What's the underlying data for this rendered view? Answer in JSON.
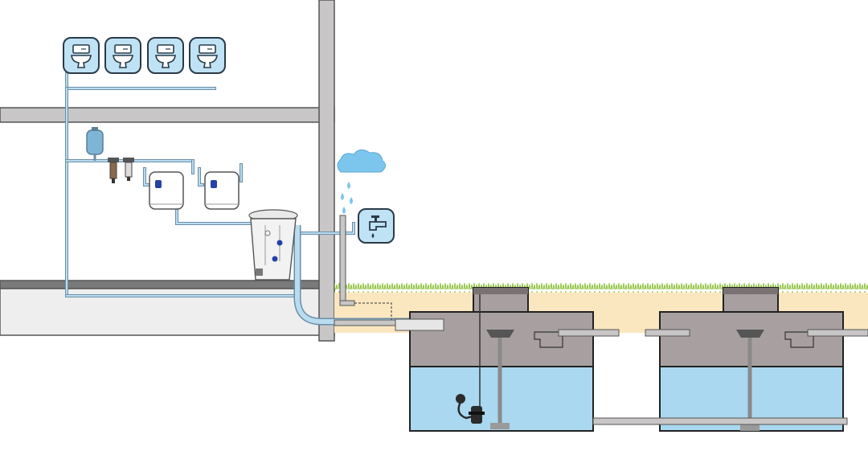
{
  "diagram": {
    "fixtures": {
      "toilet_count": 4,
      "outdoor_tap": 1
    },
    "icons": {
      "toilet": "toilet-icon",
      "tap": "outdoor-tap-icon",
      "cloud": "rain-cloud-icon",
      "raindrops": "raindrop-icon",
      "pressure_tank": "pressure-tank-icon",
      "filters": "water-filter-icon",
      "booster_units": "booster-pump-unit-icon",
      "control_tank": "control-tank-icon",
      "submersible_pump": "submersible-pump-icon",
      "float_switch": "float-switch-icon"
    },
    "tanks": {
      "count": 2,
      "filled": true
    },
    "colors": {
      "wall": "#c8c6c6",
      "wall_stroke": "#555555",
      "pipe": "#b9dcef",
      "pipe_stroke": "#6a8ea8",
      "icon_bg": "#bfe2f5",
      "icon_stroke": "#2b3a46",
      "water": "#a9d8f0",
      "tank_upper": "#a8a0a0",
      "soil": "#fbe7bf",
      "grass": "#8bbf3a",
      "cloud": "#7cc6ee",
      "pump_dark": "#2b2b2b",
      "control_blue": "#2443a8"
    }
  }
}
